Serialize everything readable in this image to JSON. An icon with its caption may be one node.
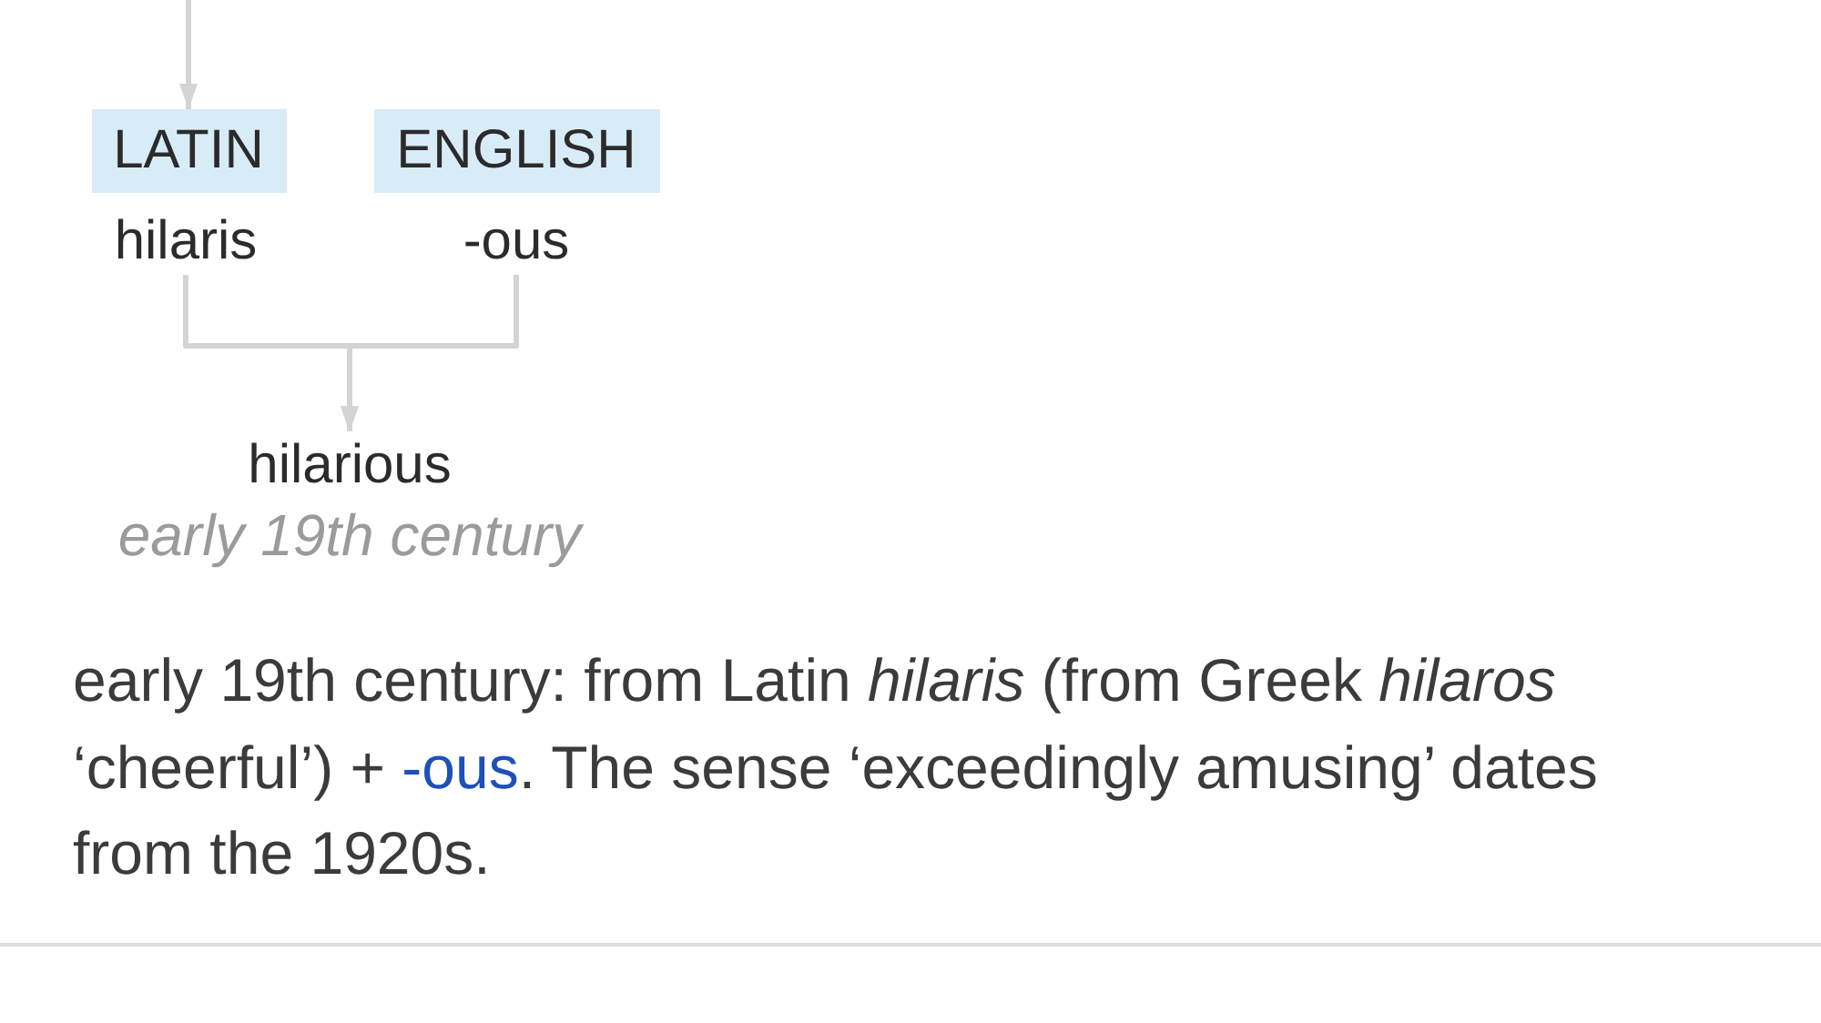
{
  "diagram": {
    "nodes": [
      {
        "text": [
          "LATIN"
        ]
      },
      {
        "text": [
          "hilaris"
        ]
      },
      {
        "text": [
          "ENGLISH"
        ]
      },
      {
        "text": [
          "-ous"
        ]
      },
      {
        "text": [
          "hilarious",
          "early 19th century"
        ]
      }
    ],
    "edges": [
      {
        "from": null,
        "to": 0,
        "arrow": "to"
      },
      {
        "from": 1,
        "to": 4,
        "arrow": "to"
      },
      {
        "from": 3,
        "to": 4,
        "arrow": "to"
      }
    ],
    "labels": [
      "early 19th century: from Latin *hilaris* (from Greek *hilaros* ‘cheerful’) +",
      "-ous",
      ". The sense ‘exceedingly amusing’ dates from the 1920s."
    ]
  }
}
